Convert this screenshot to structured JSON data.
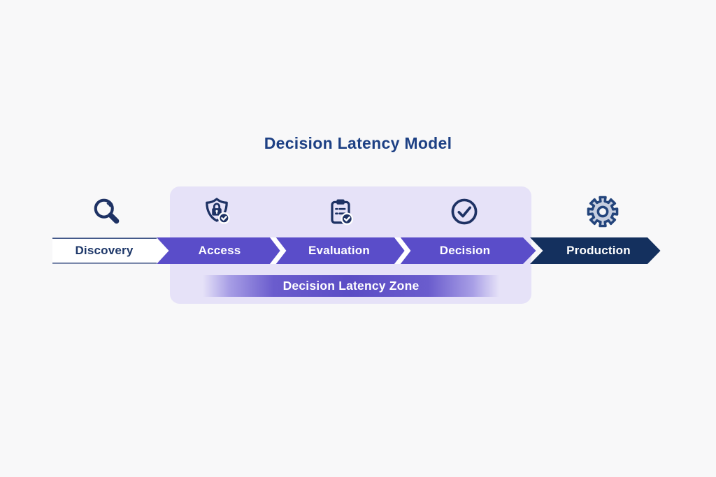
{
  "title": "Decision Latency Model",
  "stages": [
    {
      "label": "Discovery",
      "icon": "magnifier-icon"
    },
    {
      "label": "Access",
      "icon": "shield-lock-icon"
    },
    {
      "label": "Evaluation",
      "icon": "clipboard-check-icon"
    },
    {
      "label": "Decision",
      "icon": "circle-check-icon"
    },
    {
      "label": "Production",
      "icon": "gear-icon"
    }
  ],
  "zone_label": "Decision Latency Zone",
  "colors": {
    "page-bg": "#f8f8f9",
    "title-text": "#1d4084",
    "navy": "#14305e",
    "purple": "#5a4dc9",
    "zone-bg": "#e6e2f8",
    "icon-navy": "#1e3264",
    "gear-fill": "#c7cfe0",
    "gear-stroke": "#24457c",
    "discovery-text": "#1c3668",
    "hairline": "#44598a",
    "banner-purple": "#6a5ccd",
    "banner-purple-deep": "#5b4dc5",
    "separator-white": "#ffffff"
  }
}
